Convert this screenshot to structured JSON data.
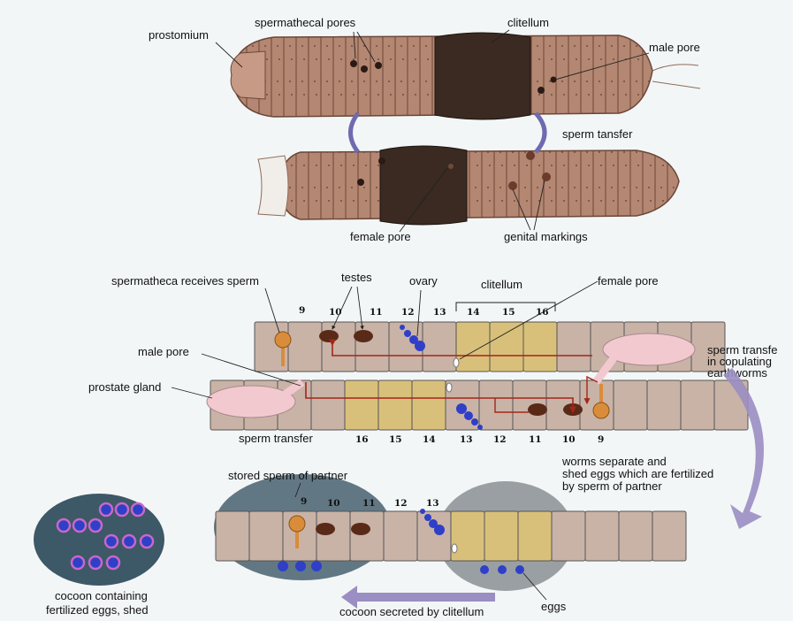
{
  "colors": {
    "background": "#f3f6f7",
    "worm_skin": "#b48772",
    "clitellum_dark": "#3a2a22",
    "segment_fill": "#c9b3a6",
    "clitellum_segment": "#d9c07a",
    "prostate": "#f2c9cf",
    "spermatheca": "#d98c3a",
    "testes": "#5a2a18",
    "ovary_eggs": "#2f3fc8",
    "sperm_duct": "#a3261a",
    "arrow_purple": "#9a8ec2",
    "cocoon": "#3d5866",
    "egg_ring": "#c768c7"
  },
  "top_panel": {
    "labels": {
      "prostomium": "prostomium",
      "spermathecal_pores": "spermathecal pores",
      "clitellum": "clitellum",
      "male_pore": "male pore",
      "sperm_transfer": "sperm tansfer",
      "female_pore": "female pore",
      "genital_markings": "genital markings"
    }
  },
  "middle_panel": {
    "labels": {
      "spermatheca": "spermatheca receives sperm",
      "testes": "testes",
      "ovary": "ovary",
      "clitellum": "clitellum",
      "female_pore": "female pore",
      "male_pore": "male pore",
      "prostate_gland": "prostate gland",
      "sperm_transfer_bottom": "sperm transfer",
      "side_note_line1": "sperm transfe",
      "side_note_line2": "in copulating",
      "side_note_line3": "earthworms"
    },
    "upper_segment_numbers": [
      "9",
      "10",
      "11",
      "12",
      "13",
      "14",
      "15",
      "16"
    ],
    "lower_segment_numbers": [
      "16",
      "15",
      "14",
      "13",
      "12",
      "11",
      "10",
      "9"
    ]
  },
  "bottom_panel": {
    "labels": {
      "stored_sperm": "stored sperm of partner",
      "separate_line1": "worms separate and",
      "separate_line2": "shed eggs which are fertilized",
      "separate_line3": "by sperm of partner",
      "eggs": "eggs",
      "cocoon_secreted": "cocoon secreted by clitellum",
      "cocoon_line1": "cocoon containing",
      "cocoon_line2": "fertilized eggs, shed"
    },
    "segment_numbers": [
      "9",
      "10",
      "11",
      "12",
      "13"
    ]
  }
}
